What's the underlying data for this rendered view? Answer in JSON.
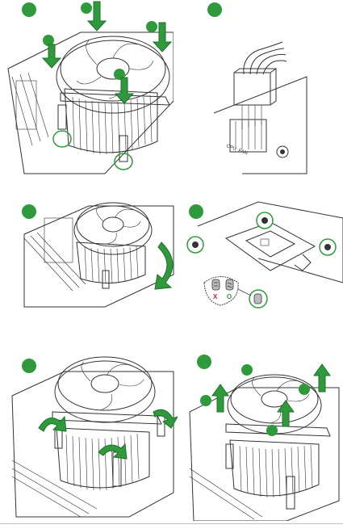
{
  "diagram": {
    "connector_label": "CPU_FAN",
    "mark_wrong": "X",
    "mark_right": "O",
    "colors": {
      "step": "#2e9a3c",
      "wrong": "#d0202a",
      "right": "#2e9a3c"
    }
  }
}
